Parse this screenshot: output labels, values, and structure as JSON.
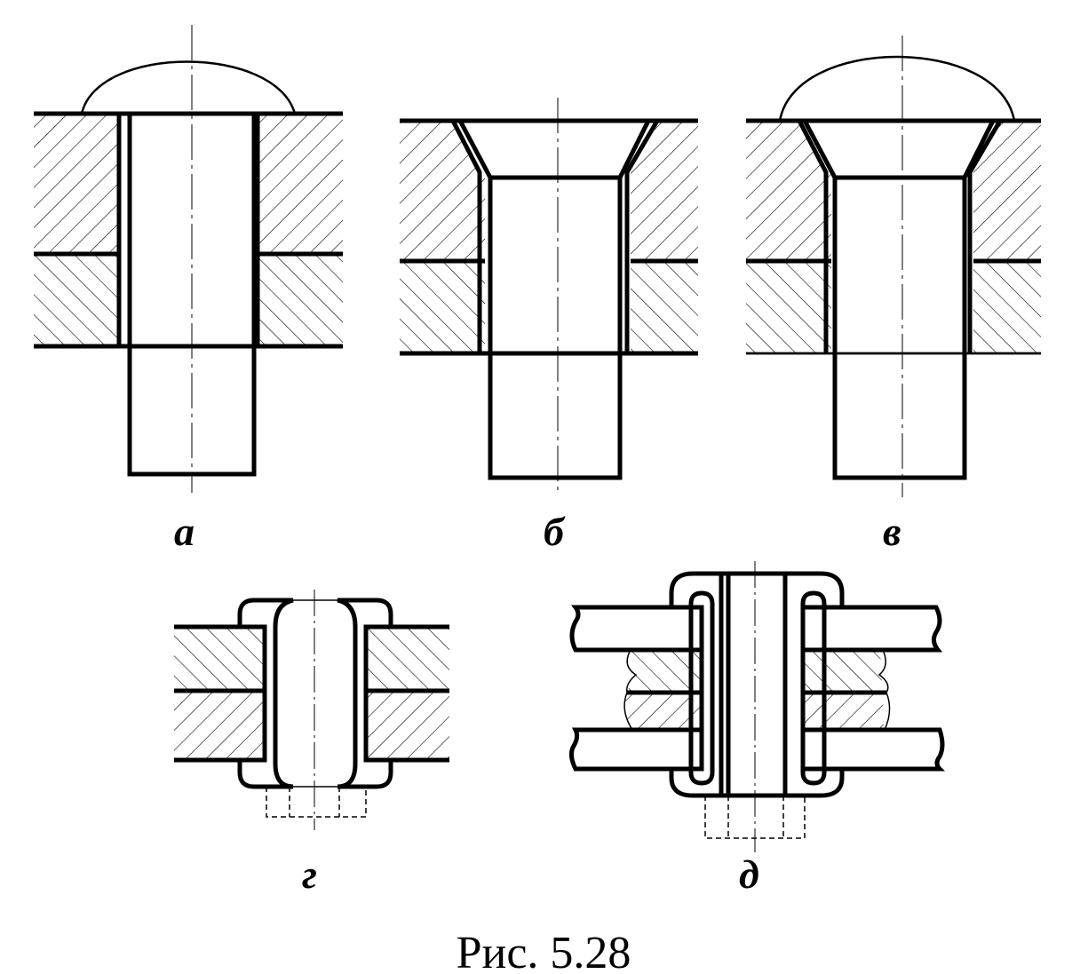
{
  "figure": {
    "caption": "Рис. 5.28",
    "panels": [
      {
        "id": "a",
        "label": "а"
      },
      {
        "id": "b",
        "label": "б"
      },
      {
        "id": "v",
        "label": "в"
      },
      {
        "id": "g",
        "label": "г"
      },
      {
        "id": "d",
        "label": "д"
      }
    ]
  }
}
